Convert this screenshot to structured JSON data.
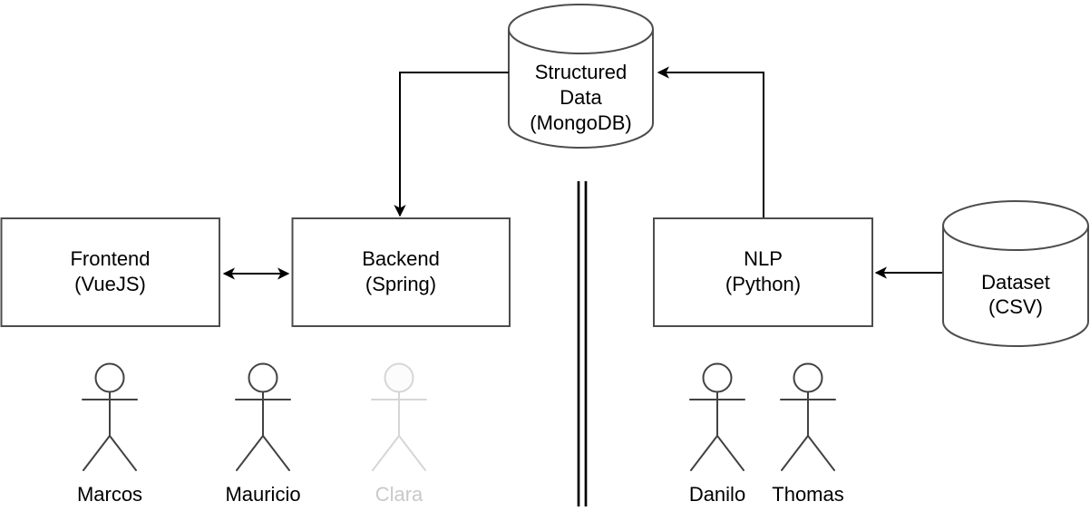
{
  "colors": {
    "background": "#ffffff",
    "shape_stroke": "#4d4d4d",
    "edge_stroke": "#000000",
    "label_text": "#000000",
    "faded_stroke": "#d6d6d6",
    "faded_text": "#c9c9c9"
  },
  "diagram": {
    "nodes": {
      "structured_data": {
        "shape": "cylinder",
        "label": "Structured Data (MongoDB)",
        "lines": [
          "Structured",
          "Data",
          "(MongoDB)"
        ]
      },
      "frontend": {
        "shape": "rectangle",
        "label": "Frontend (VueJS)",
        "lines": [
          "Frontend",
          "(VueJS)"
        ]
      },
      "backend": {
        "shape": "rectangle",
        "label": "Backend (Spring)",
        "lines": [
          "Backend",
          "(Spring)"
        ]
      },
      "nlp": {
        "shape": "rectangle",
        "label": "NLP (Python)",
        "lines": [
          "NLP",
          "(Python)"
        ]
      },
      "dataset": {
        "shape": "cylinder",
        "label": "Dataset (CSV)",
        "lines": [
          "Dataset",
          "(CSV)"
        ]
      }
    },
    "edges": [
      {
        "from": "frontend",
        "to": "backend",
        "style": "bidirectional-arrow"
      },
      {
        "from": "structured_data",
        "to": "backend",
        "style": "arrow"
      },
      {
        "from": "nlp",
        "to": "structured_data",
        "style": "arrow"
      },
      {
        "from": "dataset",
        "to": "nlp",
        "style": "arrow"
      }
    ],
    "divider": {
      "type": "double-vertical-line"
    },
    "people": [
      {
        "name": "Marcos",
        "side": "left",
        "faded": false
      },
      {
        "name": "Mauricio",
        "side": "left",
        "faded": false
      },
      {
        "name": "Clara",
        "side": "left",
        "faded": true
      },
      {
        "name": "Danilo",
        "side": "right",
        "faded": false
      },
      {
        "name": "Thomas",
        "side": "right",
        "faded": false
      }
    ]
  }
}
